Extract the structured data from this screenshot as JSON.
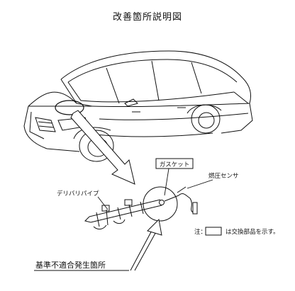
{
  "title": "改善箇所説明図",
  "labels": {
    "gasket": "ガスケット",
    "fuel_pressure_sensor": "燃圧センサ",
    "delivery_pipe": "デリバリパイプ",
    "defect_location": "基準不適合発生箇所"
  },
  "note": {
    "prefix": "注：",
    "suffix": "は交換部品を示す。"
  }
}
